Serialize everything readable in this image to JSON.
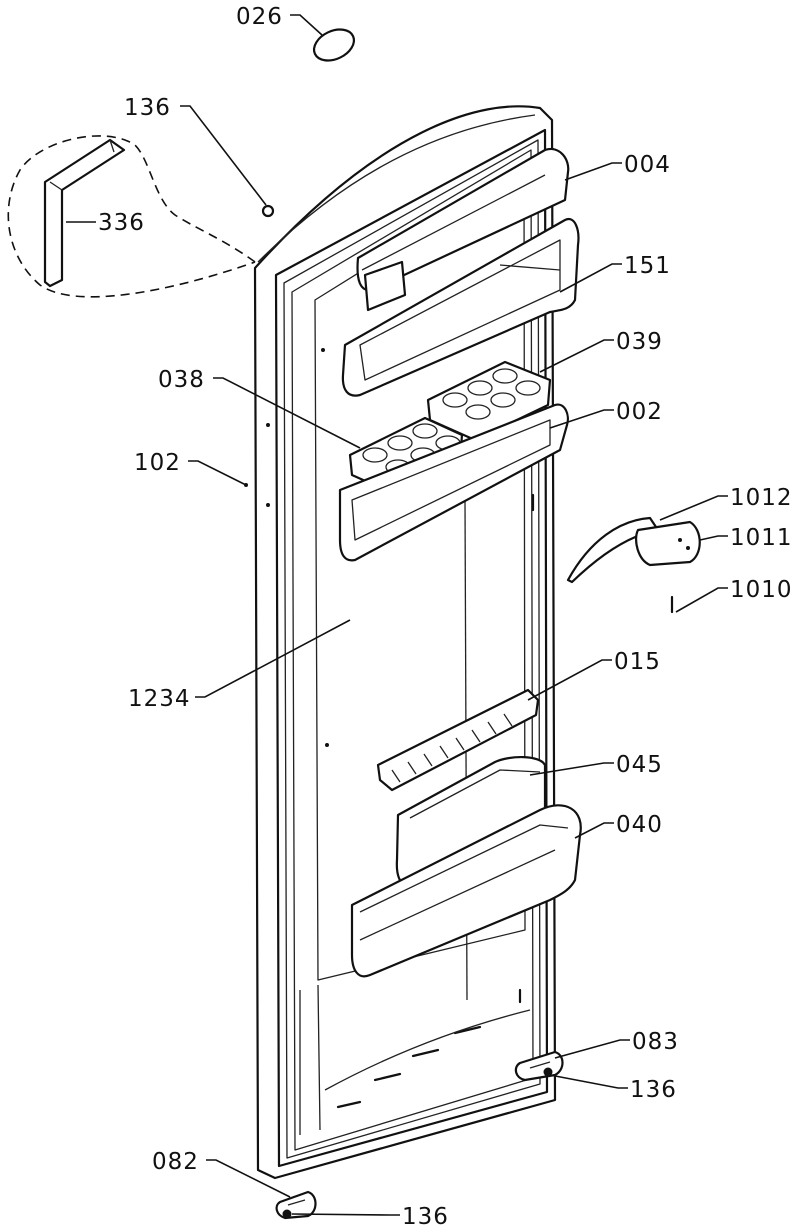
{
  "labels": {
    "p026": "026",
    "p136_top": "136",
    "p336": "336",
    "p004": "004",
    "p151": "151",
    "p039": "039",
    "p038": "038",
    "p002": "002",
    "p102": "102",
    "p1012": "1012",
    "p1011": "1011",
    "p1010": "1010",
    "p1234": "1234",
    "p015": "015",
    "p045": "045",
    "p040": "040",
    "p083": "083",
    "p136_right": "136",
    "p082": "082",
    "p136_bottom": "136"
  }
}
